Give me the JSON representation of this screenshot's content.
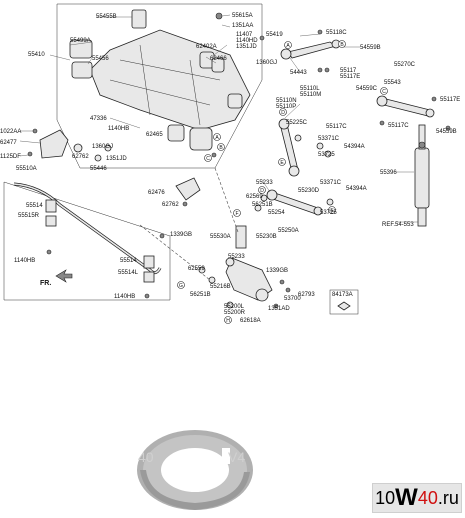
{
  "diagram": {
    "labels": {
      "l55455B": "55455B",
      "l55615A": "55615A",
      "l1351AA": "1351AA",
      "l55499A": "55499A",
      "l55410": "55410",
      "l55456": "55456",
      "l11407": "11407",
      "l1140HD": "1140HD",
      "l1351JD": "1351JD",
      "l62402A": "62402A",
      "l62466": "62466",
      "l1360GJ": "1360GJ",
      "l55419": "55419",
      "l55118C": "55118C",
      "l54443": "54443",
      "l54559B": "54559B",
      "l55117": "55117",
      "l55117E": "55117E",
      "l55270C": "55270C",
      "l54559C": "54559C",
      "l55543": "55543",
      "l55117E2": "55117E",
      "l55117C": "55117C",
      "l54559B2": "54559B",
      "l1022AA": "1022AA",
      "l62477": "62477",
      "l1125DF": "1125DF",
      "l47336": "47336",
      "l1140HB": "1140HB",
      "l62465": "62465",
      "l1360GJ2": "1360GJ",
      "l62762": "62762",
      "l1351JD2": "1351JD",
      "l55446": "55446",
      "l55510A": "55510A",
      "l55110N": "55110N",
      "l55110P": "55110P",
      "l55110L": "55110L",
      "l55110M": "55110M",
      "l55225C": "55225C",
      "l55117C2": "55117C",
      "l53371C": "53371C",
      "l54394A": "54394A",
      "l53725": "53725",
      "l55396": "55396",
      "l62476": "62476",
      "l62762b": "62762",
      "l55233": "55233",
      "l62569": "62569",
      "l56251B": "56251B",
      "l55254": "55254",
      "l55250A": "55250A",
      "l55230D": "55230D",
      "l53371C2": "53371C",
      "l54394A2": "54394A",
      "l53725b": "53725",
      "lREF": "REF.54-553",
      "l55514": "55514",
      "l55515R": "55515R",
      "l1339GB": "1339GB",
      "l55530A": "55530A",
      "l55230B": "55230B",
      "l1140HBa": "1140HB",
      "l55233b": "55233",
      "l55514b": "55514",
      "l55514L": "55514L",
      "l62559": "62559",
      "l56251B2": "56251B",
      "l55216B": "55216B",
      "l1339GB2": "1339GB",
      "l55200L": "55200L",
      "l55200R": "55200R",
      "l62618A": "62618A",
      "l53700": "53700",
      "l1351AD": "1351AD",
      "l62793": "62793",
      "l84173A": "84173A",
      "l1140HBb": "1140HB",
      "lFR": "FR."
    },
    "callouts": {
      "A1": "A",
      "B1": "B",
      "C1": "C",
      "A2": "A",
      "B2": "B",
      "C2": "C",
      "D1": "D",
      "E1": "E",
      "D2": "D",
      "E2": "E",
      "F1": "F",
      "G1": "G",
      "H1": "H"
    }
  },
  "watermark": {
    "prefix": "10",
    "big": "W",
    "accent": "40",
    "suffix": ".ru"
  }
}
